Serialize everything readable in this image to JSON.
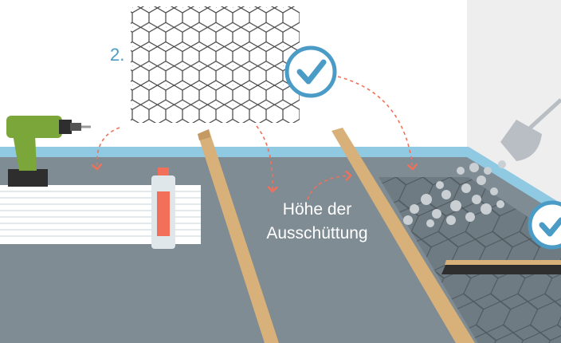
{
  "step": {
    "number_label": "2."
  },
  "caption": {
    "line1": "Höhe der",
    "line2": "Ausschüttung"
  },
  "icons": [
    "hexagon-mesh-icon",
    "check-badge-icon",
    "drill-icon",
    "insulation-board-stack",
    "adhesive-bottle-icon",
    "shovel-icon",
    "gravel-fill-icon"
  ],
  "colors": {
    "floor": "#7f8c93",
    "wall": "#eeeeee",
    "edge_strip": "#8fc9e2",
    "accent_blue": "#4a9cc7",
    "arrow": "#f2705a",
    "batten": "#d8b07a",
    "drill_green": "#7aa63a"
  }
}
